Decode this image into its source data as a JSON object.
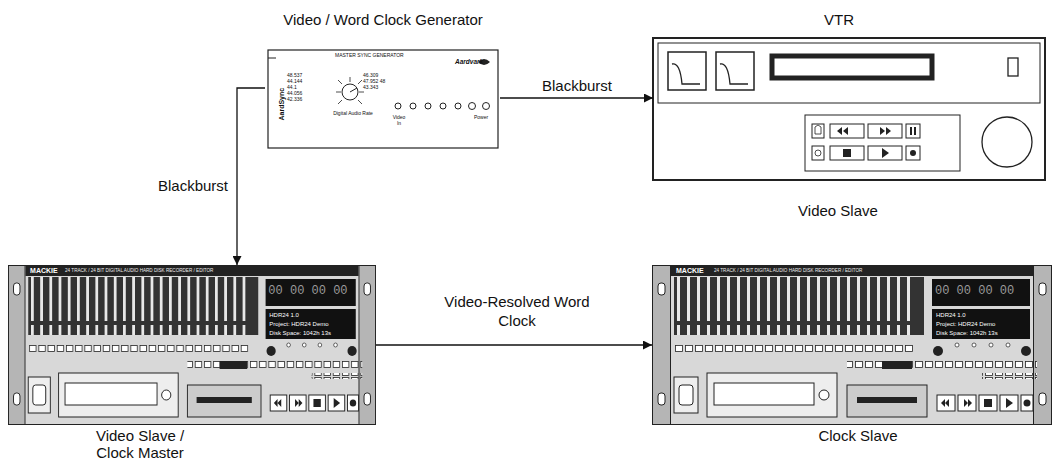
{
  "diagram": {
    "nodes": [
      {
        "text": [
          "Video / Word Clock Generator",
          "AardSync",
          "MASTER SYNC GENERATOR",
          "Aardvark",
          "48.537 44.144 44.1 44.056 42.336",
          "46.309 47.952 48 43.343",
          "Digital Audio Rate",
          "Video In",
          "Power"
        ]
      },
      {
        "text": [
          "VTR",
          "Video Slave"
        ]
      },
      {
        "text": [
          "MACKIE",
          "24 TRACK / 24 BIT DIGITAL AUDIO HARD DISK RECORDER / EDITOR",
          "00 00 00 00",
          "HDR24 1.0",
          "Project: HDR24 Demo",
          "Disk Space: 1042h 13s",
          "Video Slave / Clock Master"
        ]
      },
      {
        "text": [
          "MACKIE",
          "24 TRACK / 24 BIT DIGITAL AUDIO HARD DISK RECORDER / EDITOR",
          "00 00 00 00",
          "HDR24 1.0",
          "Project: HDR24 Demo",
          "Disk Space: 1042h 13s",
          "Clock Slave"
        ]
      }
    ],
    "edges": [
      {
        "from": 0,
        "to": 1,
        "arrow": "to",
        "label": "Blackburst"
      },
      {
        "from": 0,
        "to": 2,
        "arrow": "to",
        "label": "Blackburst"
      },
      {
        "from": 2,
        "to": 3,
        "arrow": "to",
        "label": "Video-Resolved Word Clock"
      }
    ]
  }
}
